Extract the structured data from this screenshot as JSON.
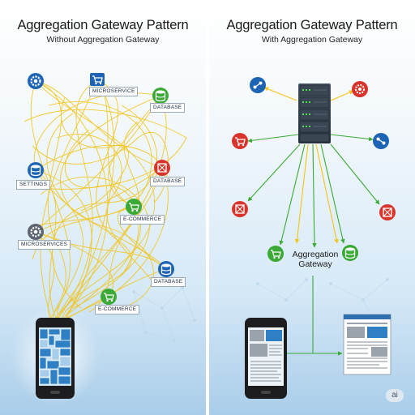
{
  "left": {
    "title": "Aggregation Gateway Pattern",
    "subtitle": "Without Aggregation Gateway",
    "labels": {
      "microservice_top": "MICROSERVICE",
      "database_top": "DATABASE",
      "settings": "SETTINGS",
      "database_mid": "DATABASE",
      "ecommerce": "E-COMMERCE",
      "microservices": "MICROSERVICES",
      "database_low": "DATABASE",
      "ecommerce_low": "E-COMMERCE"
    }
  },
  "right": {
    "title": "Aggregation Gateway Pattern",
    "subtitle": "With Aggregation Gateway",
    "gateway_label_1": "Aggregation",
    "gateway_label_2": "Gateway"
  },
  "badge": "ai",
  "colors": {
    "tangle": "#f2c418",
    "arrow_yellow": "#f2c418",
    "arrow_green": "#3aa935",
    "icon_blue": "#1e64b4",
    "icon_red": "#d9342b",
    "icon_green": "#3aa935"
  }
}
